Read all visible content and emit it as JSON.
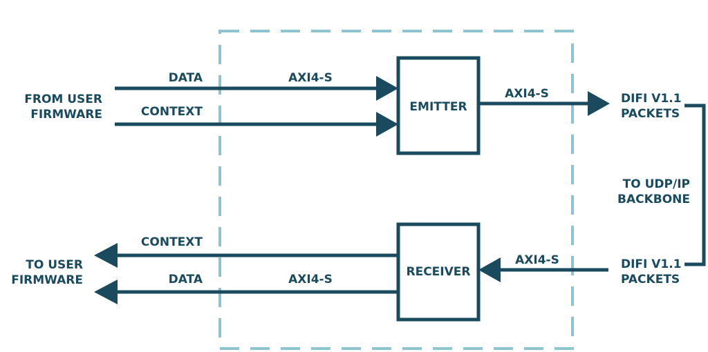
{
  "labels": {
    "from_user_firmware": [
      "FROM USER",
      "FIRMWARE"
    ],
    "to_user_firmware": [
      "TO USER",
      "FIRMWARE"
    ],
    "data_in": "DATA",
    "context_in": "CONTEXT",
    "axi_in": "AXI4-S",
    "emitter": "EMITTER",
    "axi_emitter_out": "AXI4-S",
    "difi_out": [
      "DIFI V1.1",
      "PACKETS"
    ],
    "backbone": [
      "TO UDP/IP",
      "BACKBONE"
    ],
    "difi_in": [
      "DIFI V1.1",
      "PACKETS"
    ],
    "axi_receiver_in": "AXI4-S",
    "receiver": "RECEIVER",
    "context_out": "CONTEXT",
    "data_out": "DATA",
    "axi_out": "AXI4-S"
  },
  "colors": {
    "line": "#1a4a5e",
    "dashed_boundary": "#8ec3d1"
  }
}
